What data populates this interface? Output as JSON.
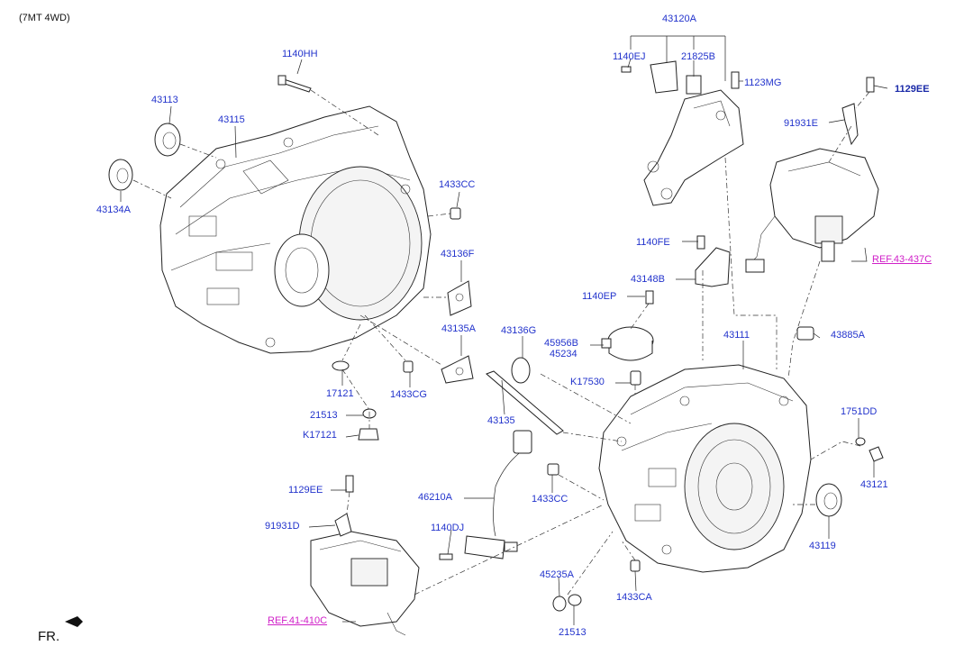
{
  "header": {
    "variant": "(7MT 4WD)"
  },
  "direction_label": "FR.",
  "refs": {
    "ref_43_437c": "REF.43-437C",
    "ref_41_410c": "REF.41-410C"
  },
  "labels": {
    "p43120A": "43120A",
    "p1140EJ": "1140EJ",
    "p21825B": "21825B",
    "p1123MG": "1123MG",
    "p1129EE_top": "1129EE",
    "p91931E": "91931E",
    "p1140HH": "1140HH",
    "p43113": "43113",
    "p43115": "43115",
    "p43134A": "43134A",
    "p1433CC_top": "1433CC",
    "p43136F": "43136F",
    "p1140FE": "1140FE",
    "p43148B": "43148B",
    "p1140EP": "1140EP",
    "p43135A": "43135A",
    "p43136G": "43136G",
    "p45956B": "45956B",
    "p45234": "45234",
    "p43111": "43111",
    "p43885A": "43885A",
    "p17121": "17121",
    "p1433CG": "1433CG",
    "pK17530": "K17530",
    "p21513_left": "21513",
    "pK17121": "K17121",
    "p43135": "43135",
    "p1751DD": "1751DD",
    "p43121": "43121",
    "p1129EE_left": "1129EE",
    "p46210A": "46210A",
    "p1433CC_mid": "1433CC",
    "p43119": "43119",
    "p91931D": "91931D",
    "p1140DJ": "1140DJ",
    "p45235A": "45235A",
    "p1433CA": "1433CA",
    "p21513_bottom": "21513"
  },
  "colors": {
    "label": "#2233cc",
    "ref_link": "#d020c8",
    "line": "#222222"
  }
}
